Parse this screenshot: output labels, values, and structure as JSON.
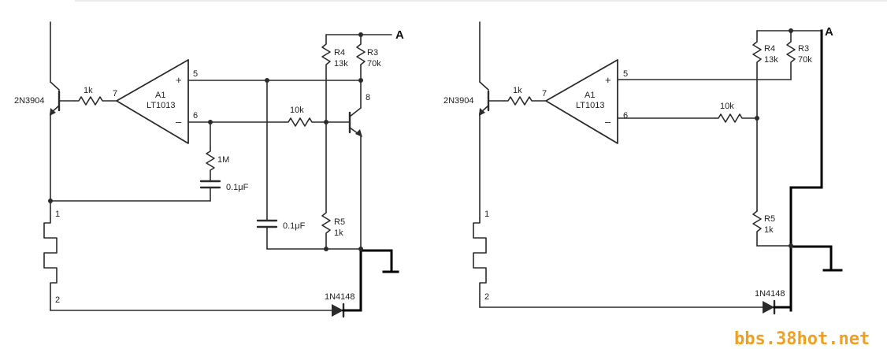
{
  "watermark": "bbs.38hot.net",
  "left": {
    "node_a": "A",
    "transistor_q": "2N3904",
    "r_base": "1k",
    "amp_pin_out": "7",
    "amp_pin_plus": "5",
    "amp_pin_minus": "6",
    "amp_name": "A1",
    "amp_part": "LT1013",
    "plus_sign": "+",
    "minus_sign": "–",
    "r4_name": "R4",
    "r4_val": "13k",
    "r3_name": "R3",
    "r3_val": "70k",
    "pin8": "8",
    "r_10k": "10k",
    "r_1m": "1M",
    "c_top": "0.1μF",
    "c_bottom": "0.1μF",
    "r5_name": "R5",
    "r5_val": "1k",
    "sensor_pin1": "1",
    "sensor_pin2": "2",
    "diode": "1N4148"
  },
  "right": {
    "node_a": "A",
    "transistor_q": "2N3904",
    "r_base": "1k",
    "amp_pin_out": "7",
    "amp_pin_plus": "5",
    "amp_pin_minus": "6",
    "amp_name": "A1",
    "amp_part": "LT1013",
    "plus_sign": "+",
    "minus_sign": "–",
    "r4_name": "R4",
    "r4_val": "13k",
    "r3_name": "R3",
    "r3_val": "70k",
    "r_10k": "10k",
    "r5_name": "R5",
    "r5_val": "1k",
    "sensor_pin1": "1",
    "sensor_pin2": "2",
    "diode": "1N4148"
  }
}
